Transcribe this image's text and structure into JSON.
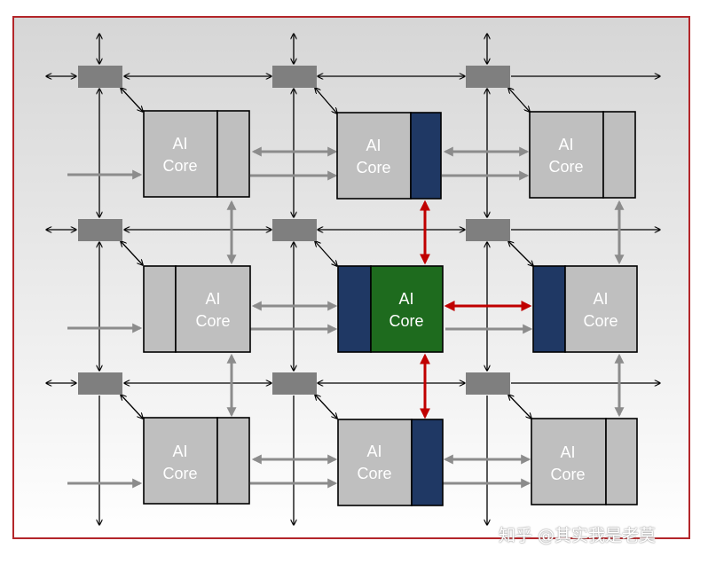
{
  "diagram": {
    "core_label_line1": "AI",
    "core_label_line2": "Core",
    "colors": {
      "frame_border": "#b3262a",
      "router": "#7f7f7f",
      "core_fill": "#bfbfbf",
      "active_core": "#1e6b1e",
      "neighbor_buffer": "#1f3864",
      "data_arrow": "#8c8c8c",
      "highlight_arrow": "#c00000",
      "wire": "#000000"
    }
  },
  "watermark": "知乎 @其实我是老莫"
}
